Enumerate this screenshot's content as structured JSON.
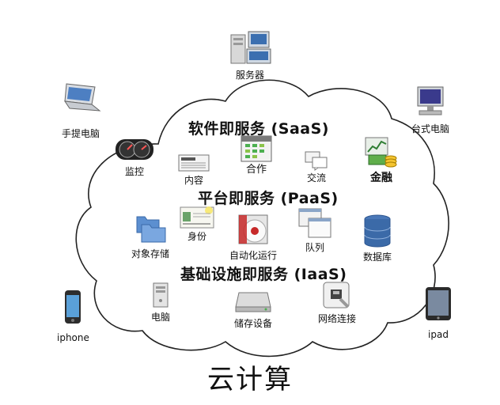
{
  "title": "云计算",
  "layers": {
    "saas": "软件即服务 (SaaS)",
    "paas": "平台即服务 (PaaS)",
    "iaas": "基础设施即服务 (IaaS)"
  },
  "outside": {
    "server": "服务器",
    "laptop": "手提电脑",
    "desktop": "台式电脑",
    "iphone": "iphone",
    "ipad": "ipad"
  },
  "saas_items": {
    "monitor": "监控",
    "content": "内容",
    "collab": "合作",
    "exchange": "交流",
    "finance": "金融"
  },
  "paas_items": {
    "identity": "身份",
    "object_storage": "对象存储",
    "automation": "自动化运行",
    "queue": "队列",
    "database": "数据库"
  },
  "iaas_items": {
    "computer": "电脑",
    "storage_device": "储存设备",
    "network": "网络连接"
  },
  "icons": [
    "server-icon",
    "laptop-icon",
    "desktop-icon",
    "iphone-icon",
    "ipad-icon",
    "gauge-icon",
    "news-icon",
    "calendar-icon",
    "chat-icon",
    "money-icon",
    "id-card-icon",
    "folder-icon",
    "cd-icon",
    "window-icon",
    "database-icon",
    "tower-icon",
    "drive-icon",
    "network-port-icon"
  ]
}
